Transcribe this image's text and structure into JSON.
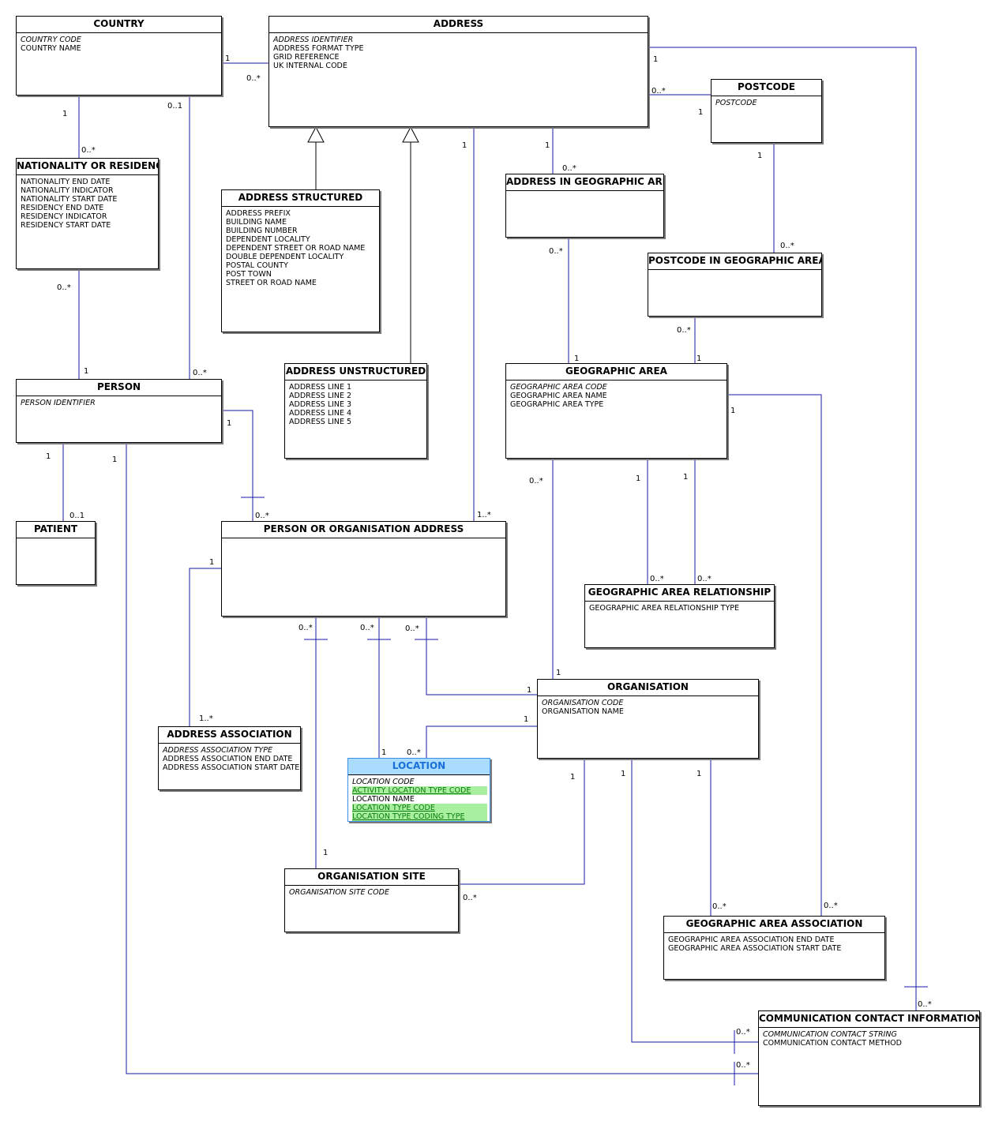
{
  "entities": {
    "country": {
      "title": "COUNTRY",
      "attrs": [
        "COUNTRY CODE",
        "COUNTRY NAME"
      ]
    },
    "address": {
      "title": "ADDRESS",
      "attrs": [
        "ADDRESS IDENTIFIER",
        "ADDRESS FORMAT TYPE",
        "GRID REFERENCE",
        "UK INTERNAL CODE"
      ]
    },
    "postcode": {
      "title": "POSTCODE",
      "attrs": [
        "POSTCODE"
      ]
    },
    "nationality_or_residency": {
      "title": "NATIONALITY OR RESIDENCY",
      "attrs": [
        "NATIONALITY END DATE",
        "NATIONALITY INDICATOR",
        "NATIONALITY START DATE",
        "RESIDENCY END DATE",
        "RESIDENCY INDICATOR",
        "RESIDENCY START DATE"
      ]
    },
    "address_structured": {
      "title": "ADDRESS STRUCTURED",
      "attrs": [
        "ADDRESS PREFIX",
        "BUILDING NAME",
        "BUILDING NUMBER",
        "DEPENDENT LOCALITY",
        "DEPENDENT STREET OR ROAD NAME",
        "DOUBLE DEPENDENT LOCALITY",
        "POSTAL COUNTY",
        "POST TOWN",
        "STREET OR ROAD NAME"
      ]
    },
    "address_in_geographic_area": {
      "title": "ADDRESS IN GEOGRAPHIC AREA",
      "attrs": []
    },
    "postcode_in_geographic_area": {
      "title": "POSTCODE IN GEOGRAPHIC AREA",
      "attrs": []
    },
    "address_unstructured": {
      "title": "ADDRESS UNSTRUCTURED",
      "attrs": [
        "ADDRESS LINE 1",
        "ADDRESS LINE 2",
        "ADDRESS LINE 3",
        "ADDRESS LINE 4",
        "ADDRESS LINE 5"
      ]
    },
    "geographic_area": {
      "title": "GEOGRAPHIC AREA",
      "attrs": [
        "GEOGRAPHIC AREA CODE",
        "GEOGRAPHIC AREA NAME",
        "GEOGRAPHIC AREA TYPE"
      ]
    },
    "person": {
      "title": "PERSON",
      "attrs": [
        "PERSON IDENTIFIER"
      ]
    },
    "patient": {
      "title": "PATIENT",
      "attrs": []
    },
    "person_or_organisation_address": {
      "title": "PERSON OR ORGANISATION ADDRESS",
      "attrs": []
    },
    "geographic_area_relationship": {
      "title": "GEOGRAPHIC AREA RELATIONSHIP",
      "attrs": [
        "GEOGRAPHIC AREA RELATIONSHIP TYPE"
      ]
    },
    "organisation": {
      "title": "ORGANISATION",
      "attrs": [
        "ORGANISATION CODE",
        "ORGANISATION NAME"
      ]
    },
    "address_association": {
      "title": "ADDRESS ASSOCIATION",
      "attrs": [
        "ADDRESS ASSOCIATION TYPE",
        "ADDRESS ASSOCIATION END DATE",
        "ADDRESS ASSOCIATION START DATE"
      ]
    },
    "location": {
      "title": "LOCATION",
      "attrs": [
        "LOCATION CODE",
        "ACTIVITY LOCATION TYPE CODE",
        "LOCATION NAME",
        "LOCATION TYPE CODE",
        "LOCATION TYPE CODING TYPE"
      ]
    },
    "organisation_site": {
      "title": "ORGANISATION SITE",
      "attrs": [
        "ORGANISATION SITE CODE"
      ]
    },
    "geographic_area_association": {
      "title": "GEOGRAPHIC AREA ASSOCIATION",
      "attrs": [
        "GEOGRAPHIC AREA ASSOCIATION END DATE",
        "GEOGRAPHIC AREA ASSOCIATION START DATE"
      ]
    },
    "communication_contact_information": {
      "title": "COMMUNICATION CONTACT INFORMATION",
      "attrs": [
        "COMMUNICATION CONTACT STRING",
        "COMMUNICATION CONTACT METHOD"
      ]
    }
  },
  "multiplicities": {
    "country_address_1": "1",
    "country_address_many": "0..*",
    "country_nationality_1": "1",
    "country_nationality_many": "0..*",
    "country_person_01": "0..1",
    "country_person_many": "0..*",
    "address_poa_1": "1",
    "address_poa_many": "1..*",
    "address_aiga_1": "1",
    "address_aiga_many": "0..*",
    "address_postcode_many": "0..*",
    "address_postcode_1": "1",
    "address_cci_1": "1",
    "postcode_pciga_1": "1",
    "postcode_pciga_many": "0..*",
    "nationality_person_many": "0..*",
    "nationality_person_1": "1",
    "aiga_geo_many": "0..*",
    "aiga_geo_1": "1",
    "pciga_geo_many": "0..*",
    "pciga_geo_1": "1",
    "person_poa_1": "1",
    "person_poa_many": "0..*",
    "person_patient_1": "1",
    "person_patient_01": "0..1",
    "person_cci_1": "1",
    "geo_org_many": "0..*",
    "geo_org_1": "1",
    "geo_rel_1a": "1",
    "geo_rel_manya": "0..*",
    "geo_rel_1b": "1",
    "geo_rel_manyb": "0..*",
    "geo_gaa_1": "1",
    "geo_gaa_many": "0..*",
    "poa_assoc_1": "1",
    "poa_assoc_many": "1..*",
    "poa_site_many": "0..*",
    "poa_site_1": "1",
    "poa_location_many": "0..*",
    "poa_location_1": "1",
    "poa_org_many": "0..*",
    "poa_org_1": "1",
    "org_location_1": "1",
    "org_location_many": "0..*",
    "org_site_1": "1",
    "org_site_many": "0..*",
    "org_cci_1": "1",
    "org_gaa_1": "1",
    "org_gaa_many": "0..*",
    "cci_many_top": "0..*",
    "cci_many_org": "0..*",
    "cci_many_person": "0..*"
  },
  "colors": {
    "connector": "#1a1aa8",
    "selected_header": "#a9dcff",
    "highlight": "#a8f0a0"
  }
}
